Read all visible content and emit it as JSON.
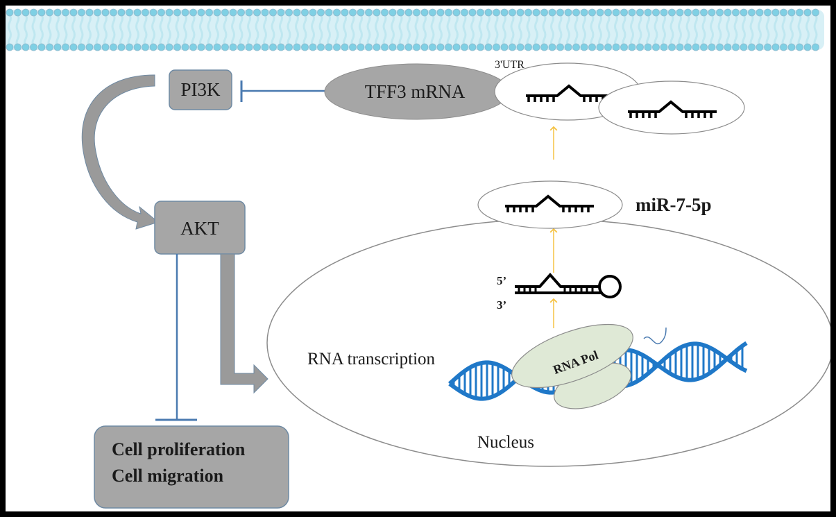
{
  "diagram": {
    "membrane": {
      "label": "cell-membrane",
      "colors": {
        "head": "#7fd0e4",
        "tail": "#bfe7f0",
        "edge": "#8fb8cc"
      }
    },
    "nodes": {
      "pi3k": {
        "label": "PI3K"
      },
      "akt": {
        "label": "AKT"
      },
      "outcome": {
        "line1": "Cell proliferation",
        "line2": "Cell migration"
      },
      "tff3": {
        "label": "TFF3 mRNA",
        "utr_label": "3'UTR"
      },
      "mir": {
        "label": "miR-7-5p"
      },
      "pre_mir": {
        "five_prime": "5’",
        "three_prime": "3’"
      },
      "nucleus": {
        "label": "Nucleus",
        "process_label": "RNA transcription"
      },
      "rna_pol": {
        "label": "RNA Pol"
      }
    },
    "edges": [
      {
        "from": "TFF3 mRNA",
        "to": "PI3K",
        "type": "inhibition"
      },
      {
        "from": "PI3K",
        "to": "AKT",
        "type": "activation"
      },
      {
        "from": "AKT",
        "to": "Cell proliferation / Cell migration",
        "type": "inhibition"
      },
      {
        "from": "AKT",
        "to": "RNA transcription",
        "type": "activation"
      },
      {
        "from": "DNA / RNA Pol",
        "to": "pre-miRNA",
        "type": "process"
      },
      {
        "from": "pre-miRNA",
        "to": "miR-7-5p",
        "type": "process"
      },
      {
        "from": "miR-7-5p",
        "to": "TFF3 mRNA 3'UTR",
        "type": "process"
      }
    ],
    "colors": {
      "box_fill": "#a6a6a6",
      "box_stroke": "#6f8aa3",
      "inhibit_line": "#4a7ab0",
      "thick_arrow": "#9a9a9a",
      "process_arrow": "#f5c242",
      "dna": "#1f78c8",
      "rna_pol_fill": "#dfe9d6",
      "ellipse_stroke": "#8c8c8c"
    }
  }
}
